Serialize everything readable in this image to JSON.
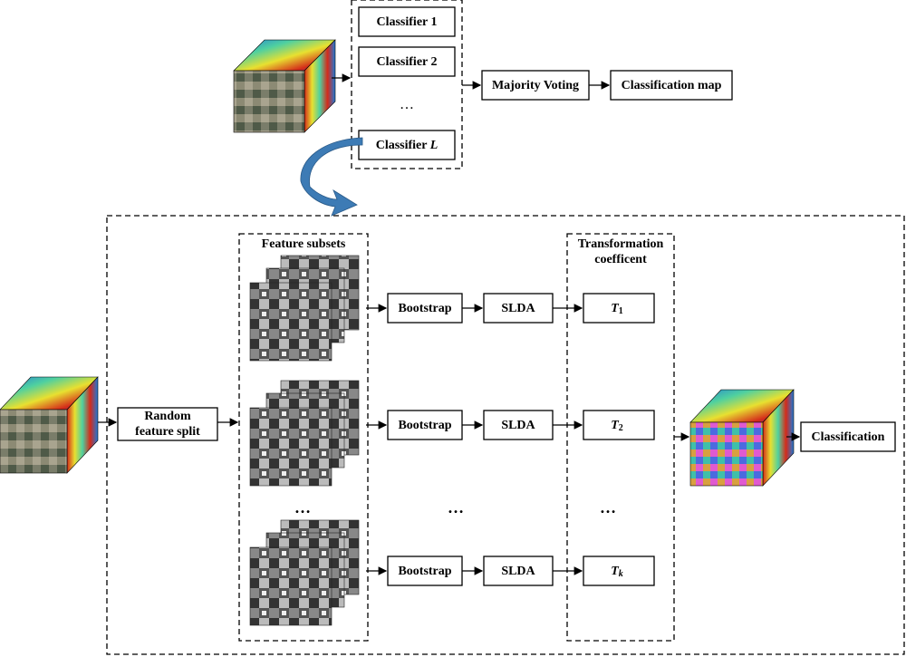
{
  "ensemble": {
    "classifiers": [
      "Classifier 1",
      "Classifier 2"
    ],
    "ellipsis": "…",
    "last_classifier_prefix": "Classifier ",
    "last_classifier_var": "L",
    "voting": "Majority Voting",
    "output": "Classification map"
  },
  "pipeline": {
    "split": [
      "Random",
      "feature split"
    ],
    "feature_subsets_title": "Feature subsets",
    "transform_title": [
      "Transformation",
      "coefficent"
    ],
    "branches": [
      {
        "bootstrap": "Bootstrap",
        "slda": "SLDA",
        "t_var": "T",
        "t_sub": "1"
      },
      {
        "bootstrap": "Bootstrap",
        "slda": "SLDA",
        "t_var": "T",
        "t_sub": "2"
      },
      {
        "bootstrap": "Bootstrap",
        "slda": "SLDA",
        "t_var": "T",
        "t_sub": "k"
      }
    ],
    "ellipsis": "…",
    "classification": "Classification"
  },
  "colors": {
    "cube_hot": "#d42a1a",
    "cube_cool": "#1f7ad8",
    "cube_mid": "#4fd0a0",
    "big_arrow": "#3d7bb5"
  }
}
